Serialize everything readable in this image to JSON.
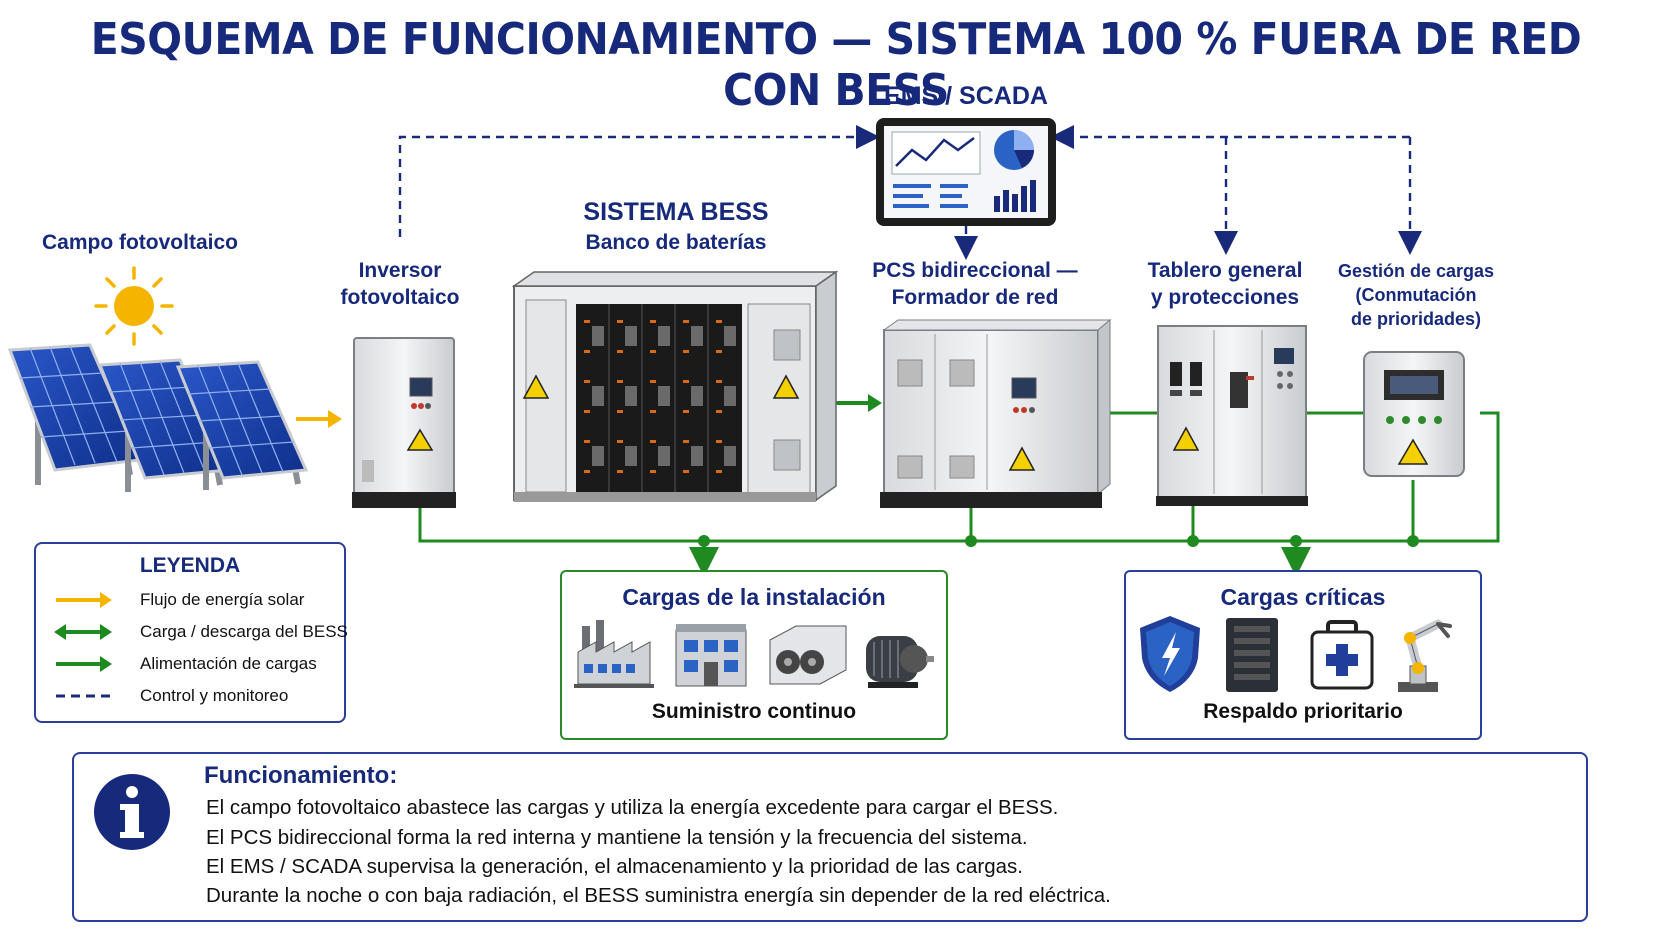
{
  "title": "ESQUEMA DE FUNCIONAMIENTO — SISTEMA 100 % FUERA DE RED CON BESS",
  "nodes": {
    "ems": "EMS / SCADA",
    "pv_field": "Campo fotovoltaico",
    "inverter": [
      "Inversor",
      "fotovoltaico"
    ],
    "bess_title": "SISTEMA BESS",
    "bess_subtitle": "Banco de baterías",
    "pcs": [
      "PCS bidireccional —",
      "Formador de red"
    ],
    "board": [
      "Tablero general",
      "y protecciones"
    ],
    "load_mgmt": [
      "Gestión de cargas",
      "(Conmutación",
      "de prioridades)"
    ]
  },
  "loads": {
    "title": "Cargas de la instalación",
    "footer": "Suministro continuo",
    "icons": [
      "factory-icon",
      "building-icon",
      "hvac-unit-icon",
      "electric-motor-icon"
    ]
  },
  "critical": {
    "title": "Cargas críticas",
    "footer": "Respaldo prioritario",
    "icons": [
      "shield-bolt-icon",
      "server-rack-icon",
      "medical-kit-icon",
      "robot-arm-icon"
    ]
  },
  "legend": {
    "title": "LEYENDA",
    "items": [
      {
        "label": "Flujo de energía solar",
        "color": "#f5b400",
        "style": "arrow-right"
      },
      {
        "label": "Carga / descarga del BESS",
        "color": "#1f8a1f",
        "style": "arrow-both"
      },
      {
        "label": "Alimentación de cargas",
        "color": "#1f8a1f",
        "style": "arrow-right"
      },
      {
        "label": "Control y monitoreo",
        "color": "#1a2a7a",
        "style": "dashed"
      }
    ]
  },
  "info": {
    "title": "Funcionamiento:",
    "lines": [
      "El campo fotovoltaico abastece las cargas y utiliza la energía excedente para cargar el  BESS.",
      "El PCS bidireccional forma la red interna y mantiene la tensión y la frecuencia del sistema.",
      "El EMS / SCADA supervisa la generación, el almacenamiento y la prioridad de las cargas.",
      "Durante la noche o con baja radiación, el BESS suministra energía sin depender de la red eléctrica."
    ]
  },
  "colors": {
    "navy": "#17297a",
    "power_line": "#1f8a1f",
    "solar": "#f5b400",
    "control": "#1a2a7a"
  }
}
